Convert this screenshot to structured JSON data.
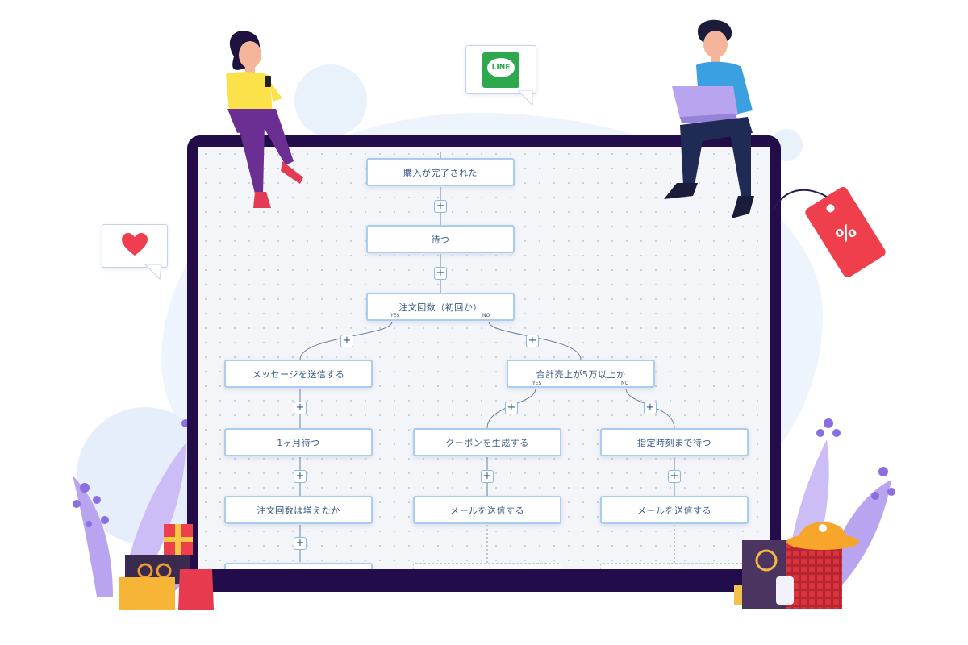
{
  "flow": {
    "nodes": {
      "purchase_completed": "購入が完了された",
      "wait": "待つ",
      "order_count_check": "注文回数（初回か）",
      "send_message": "メッセージを送信する",
      "wait_one_month": "1ヶ月待つ",
      "total_sales_check": "合計売上が5万以上か",
      "order_increased_check": "注文回数は増えたか",
      "generate_coupon": "クーポンを生成する",
      "wait_until_time": "指定時刻まで待つ",
      "send_email_left": "メールを送信する",
      "send_email_right": "メールを送信する"
    },
    "branch_yes": "YES",
    "branch_no": "NO",
    "add_symbol": "+"
  },
  "line_bubble": {
    "icon": "line-chat-icon",
    "label": "LINE"
  },
  "heart_bubble": {
    "icon": "heart-icon"
  },
  "discount_tag": {
    "icon": "percent-tag-icon",
    "label": "%"
  },
  "colors": {
    "monitor_frame": "#220d4a",
    "node_border": "#a9cdf1",
    "node_text": "#3a5a86",
    "line_green": "#2ea84c",
    "tag_red": "#ef3f4c"
  }
}
